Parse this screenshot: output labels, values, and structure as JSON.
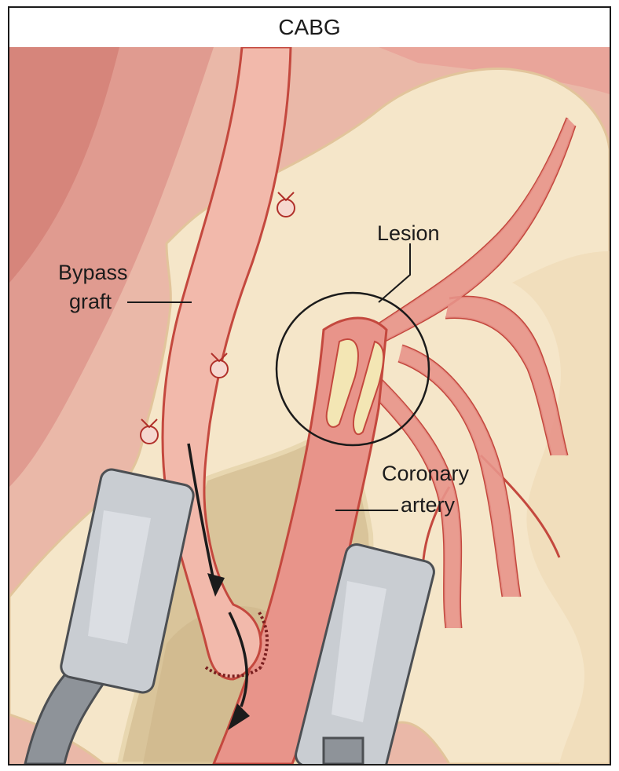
{
  "title": "CABG",
  "labels": {
    "bypass_graft_line1": "Bypass",
    "bypass_graft_line2": "graft",
    "lesion": "Lesion",
    "coronary_artery_line1": "Coronary",
    "coronary_artery_line2": "artery"
  },
  "colors": {
    "heart_outer": "#eab8a8",
    "heart_dark": "#d87e74",
    "fat": "#f5e6c9",
    "fat_shadow": "#e3c69e",
    "artery": "#e8948a",
    "artery_stroke": "#c4483e",
    "graft": "#f2b9ab",
    "plaque": "#f3e6b4",
    "retractor": "#c9cdd2",
    "retractor_dark": "#8e9399",
    "cavity": "#d9c49a"
  }
}
